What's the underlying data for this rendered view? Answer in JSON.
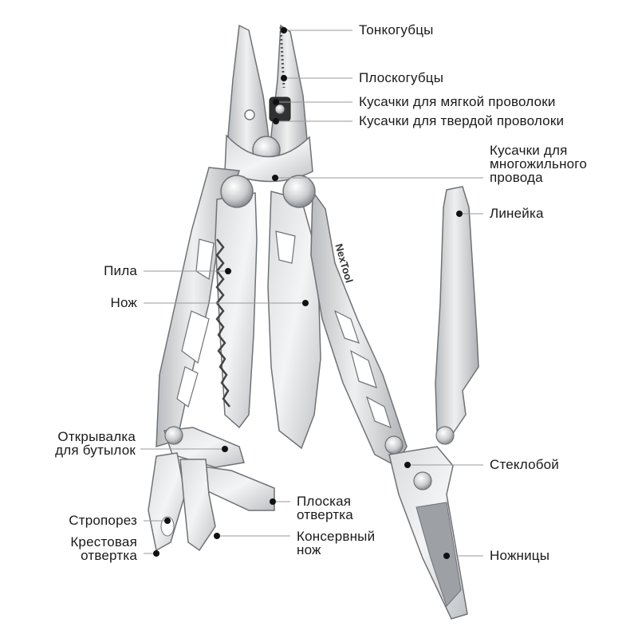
{
  "brand": "NexTool",
  "labels": {
    "needle_nose": "Тонкогубцы",
    "flat_pliers": "Плоскогубцы",
    "soft_cutter": "Кусачки для мягкой проволоки",
    "hard_cutter": "Кусачки для твердой проволоки",
    "stranded_cutter": [
      "Кусачки для",
      "многожильного",
      "провода"
    ],
    "ruler": "Линейка",
    "saw": "Пила",
    "knife": "Нож",
    "bottle_opener": [
      "Открывалка",
      "для бутылок"
    ],
    "glass_breaker": "Стеклобой",
    "flat_screwdriver": [
      "Плоская",
      "отвертка"
    ],
    "strap_cutter": "Стропорез",
    "can_opener": [
      "Консервный",
      "нож"
    ],
    "phillips": [
      "Крестовая",
      "отвертка"
    ],
    "scissors": "Ножницы"
  },
  "colors": {
    "steel_light": "#e6e7e8",
    "steel_mid": "#c8cacc",
    "steel_dark": "#8c8f93",
    "outline": "#6f7276",
    "leader": "#9a9a9a",
    "dot": "#111111"
  }
}
